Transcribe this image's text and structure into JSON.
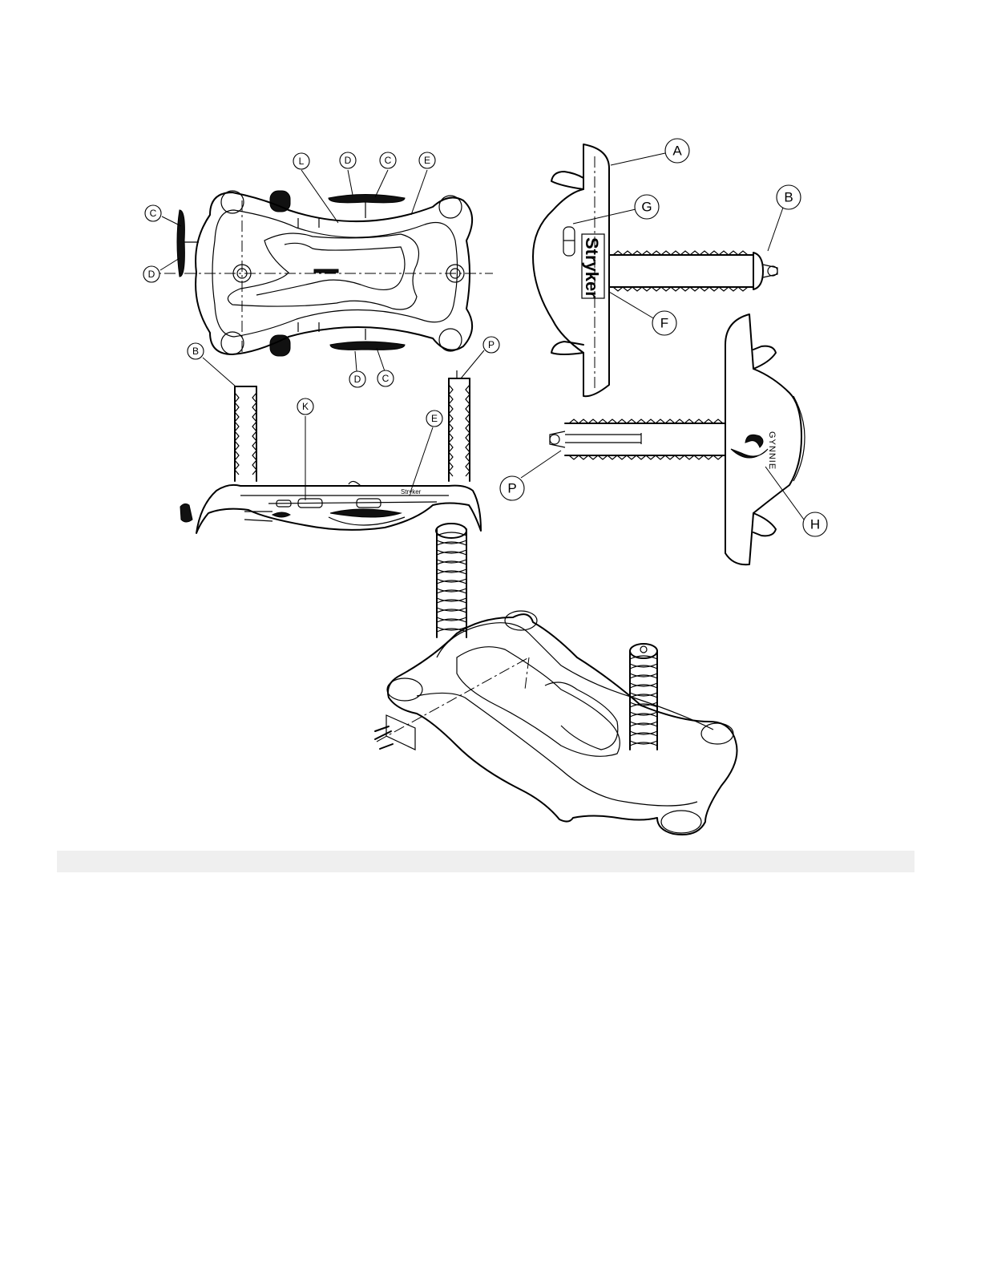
{
  "figure": {
    "callouts": [
      {
        "id": "L",
        "label": "L"
      },
      {
        "id": "D-top",
        "label": "D"
      },
      {
        "id": "C-top",
        "label": "C"
      },
      {
        "id": "E-top",
        "label": "E"
      },
      {
        "id": "C-left",
        "label": "C"
      },
      {
        "id": "D-left",
        "label": "D"
      },
      {
        "id": "D-bottom",
        "label": "D"
      },
      {
        "id": "C-bottom",
        "label": "C"
      },
      {
        "id": "B-front",
        "label": "B"
      },
      {
        "id": "P-front",
        "label": "P"
      },
      {
        "id": "K-front",
        "label": "K"
      },
      {
        "id": "E-front",
        "label": "E"
      },
      {
        "id": "A-side",
        "label": "A"
      },
      {
        "id": "G-side",
        "label": "G"
      },
      {
        "id": "B-side",
        "label": "B"
      },
      {
        "id": "F-side",
        "label": "F"
      },
      {
        "id": "P-side2",
        "label": "P"
      },
      {
        "id": "H-side2",
        "label": "H"
      }
    ],
    "product_marks": {
      "side_logo": "Stryker",
      "front_logo": "Stryker",
      "brand_name": "GYNNIE"
    }
  },
  "colors": {
    "line": "#000000",
    "background": "#ffffff",
    "footer_bar": "#efefef"
  }
}
